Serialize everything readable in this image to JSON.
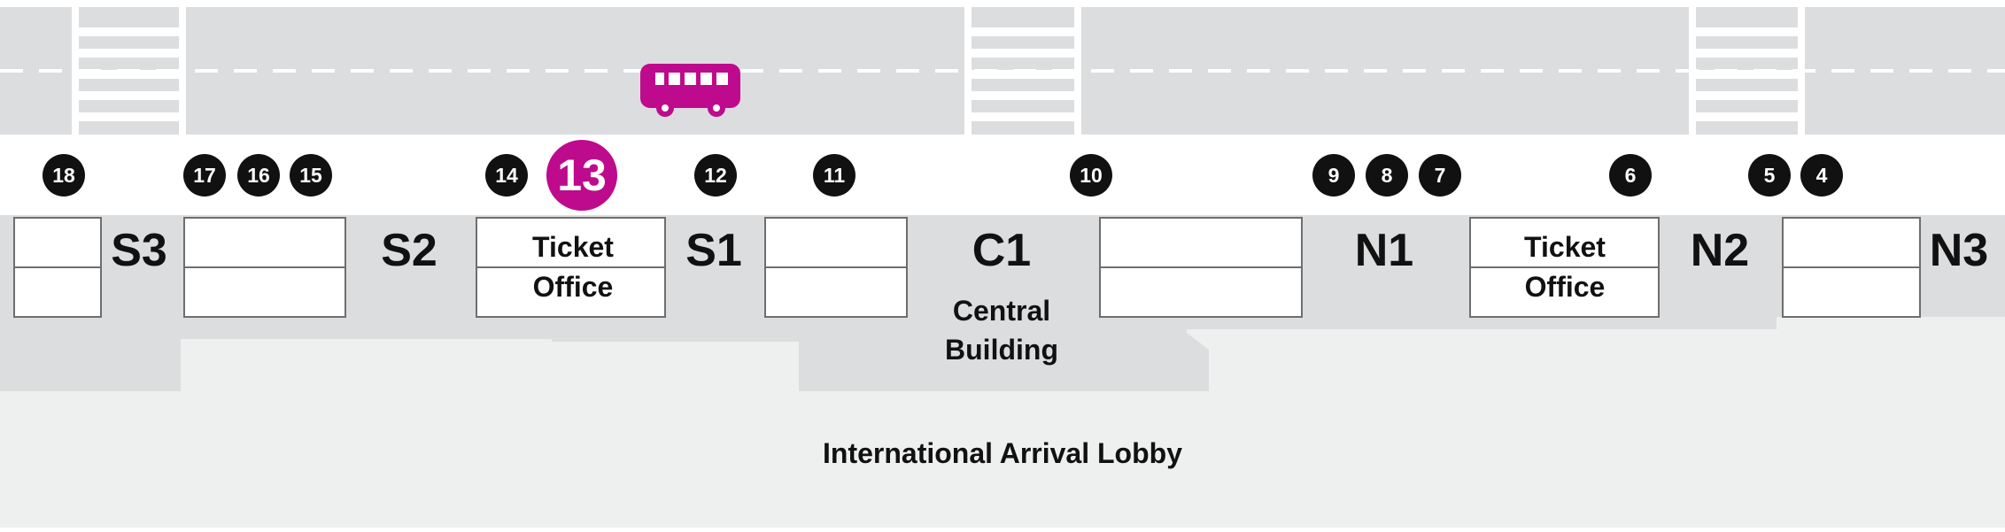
{
  "colors": {
    "road": "#dcdddf",
    "road_marking": "#ffffff",
    "building": "#dcdddf",
    "lobby": "#eef0ef",
    "stop_badge": "#111111",
    "highlight": "#be0a8c",
    "bus_icon": "#be0a8c",
    "text": "#111111"
  },
  "bus_icon": "bus-icon",
  "highlighted_stop": "13",
  "stops": [
    "18",
    "17",
    "16",
    "15",
    "14",
    "13",
    "12",
    "11",
    "10",
    "9",
    "8",
    "7",
    "6",
    "5",
    "4"
  ],
  "exits": [
    "S3",
    "S2",
    "S1",
    "C1",
    "N1",
    "N2",
    "N3"
  ],
  "ticket_offices": [
    {
      "line1": "Ticket",
      "line2": "Office"
    },
    {
      "line1": "Ticket",
      "line2": "Office"
    }
  ],
  "central_building": {
    "line1": "Central",
    "line2": "Building"
  },
  "lobby_label": "International Arrival Lobby"
}
